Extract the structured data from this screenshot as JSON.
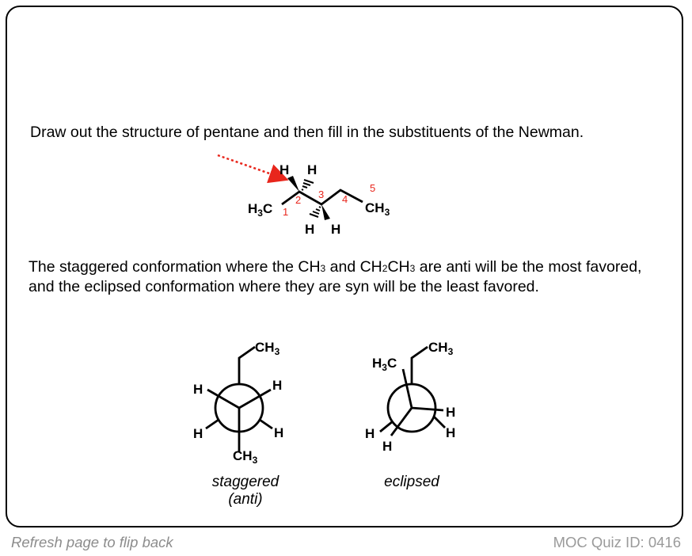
{
  "question": {
    "text": "Draw out the structure of pentane and then fill in the substituents of the Newman."
  },
  "answer": {
    "pre": "The staggered conformation where the CH",
    "sub1": "3",
    "mid": " and CH",
    "sub2": "2",
    "mid2": "CH",
    "sub3": "3",
    "post": " are anti will be the most favored, and the eclipsed conformation where they are syn will be the least favored."
  },
  "pentane": {
    "left_group": "H3C",
    "right_group": "CH3",
    "h": "H",
    "carbon_numbers": [
      "1",
      "2",
      "3",
      "4",
      "5"
    ]
  },
  "staggered": {
    "caption_line1": "staggered",
    "caption_line2": "(anti)",
    "top_group": "CH3",
    "bottom_group": "CH3",
    "h": "H"
  },
  "eclipsed": {
    "caption": "eclipsed",
    "top_right_group": "CH3",
    "top_left_group": "H3C",
    "h": "H"
  },
  "footer": {
    "left": "Refresh page to flip back",
    "right": "MOC Quiz ID: 0416"
  },
  "colors": {
    "arrow": "#e8261c",
    "numbers": "#e8261c",
    "footer_text": "#8c8c8c"
  }
}
